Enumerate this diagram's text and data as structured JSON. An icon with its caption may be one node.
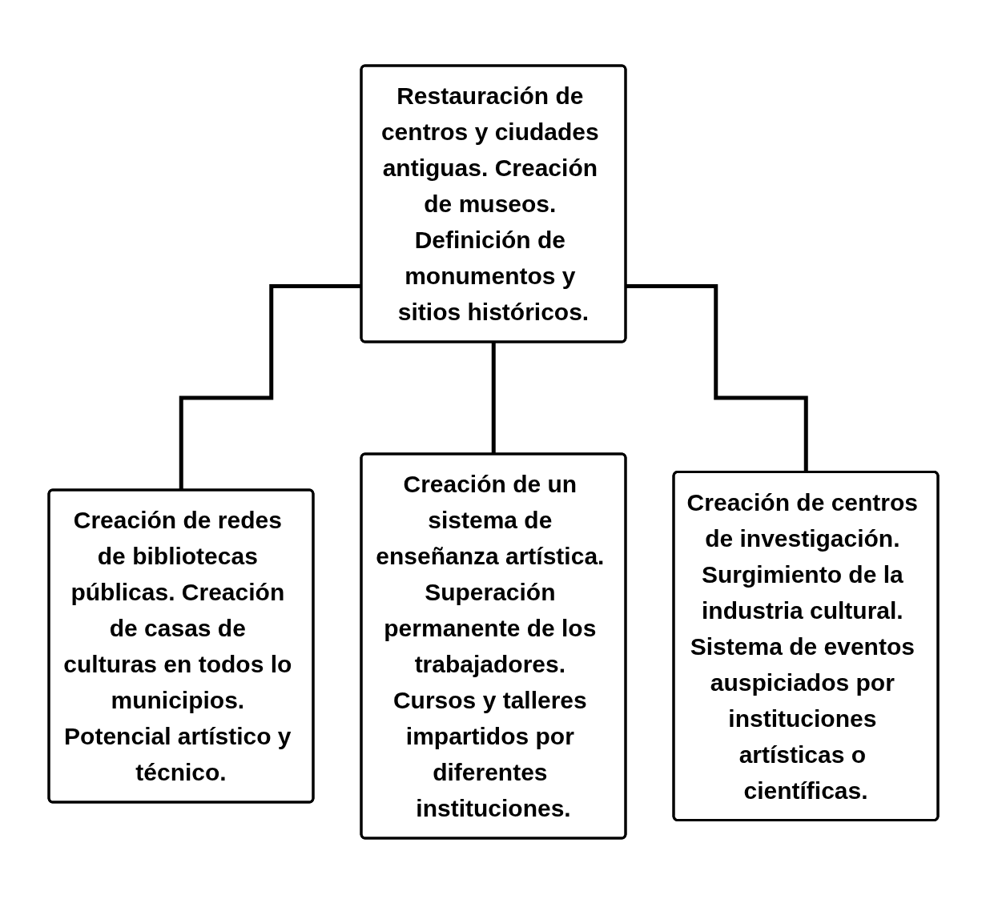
{
  "diagram": {
    "nodes": [
      {
        "text": [
          "Restauración de centros y ciudades antiguas. Creación de museos. Definición de monumentos y sitios históricos."
        ]
      },
      {
        "text": [
          "Creación de redes de bibliotecas públicas. Creación de casas de culturas en todos lo municipios. Potencial artístico y técnico."
        ]
      },
      {
        "text": [
          "Creación de un sistema de enseñanza artística. Superación permanente de los trabajadores. Cursos y talleres impartidos por diferentes instituciones."
        ]
      },
      {
        "text": [
          "Creación de centros de investigación. Surgimiento de la industria cultural. Sistema de eventos auspiciados por instituciones artísticas o científicas."
        ]
      }
    ],
    "edges": [
      {
        "from": 0,
        "to": 1,
        "arrow": "none"
      },
      {
        "from": 0,
        "to": 2,
        "arrow": "none"
      },
      {
        "from": 0,
        "to": 3,
        "arrow": "none"
      }
    ]
  }
}
